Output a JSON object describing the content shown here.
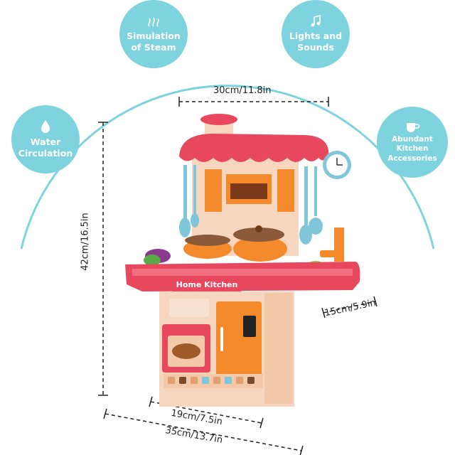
{
  "features": {
    "steam": {
      "label": "Simulation\nof Steam",
      "icon": "steam-icon"
    },
    "lights": {
      "label": "Lights and\nSounds",
      "icon": "music-note-icon"
    },
    "water": {
      "label": "Water\nCirculation",
      "icon": "water-drop-icon"
    },
    "accessories": {
      "label": "Abundant\nKitchen\nAccessories",
      "icon": "cup-icon"
    }
  },
  "dimensions": {
    "width": "30cm/11.8in",
    "height": "42cm/16.5in",
    "depth": "15cm/5.9in",
    "base_inner": "19cm/7.5in",
    "base_outer": "35cm/13.7in"
  },
  "product": {
    "sign": "Home Kitchen"
  },
  "colors": {
    "bubble": "#7ed3de",
    "roof": "#e8485e",
    "body": "#f7d6bf",
    "accent_orange": "#f58a2d",
    "utensil_blue": "#7fc7d8"
  }
}
